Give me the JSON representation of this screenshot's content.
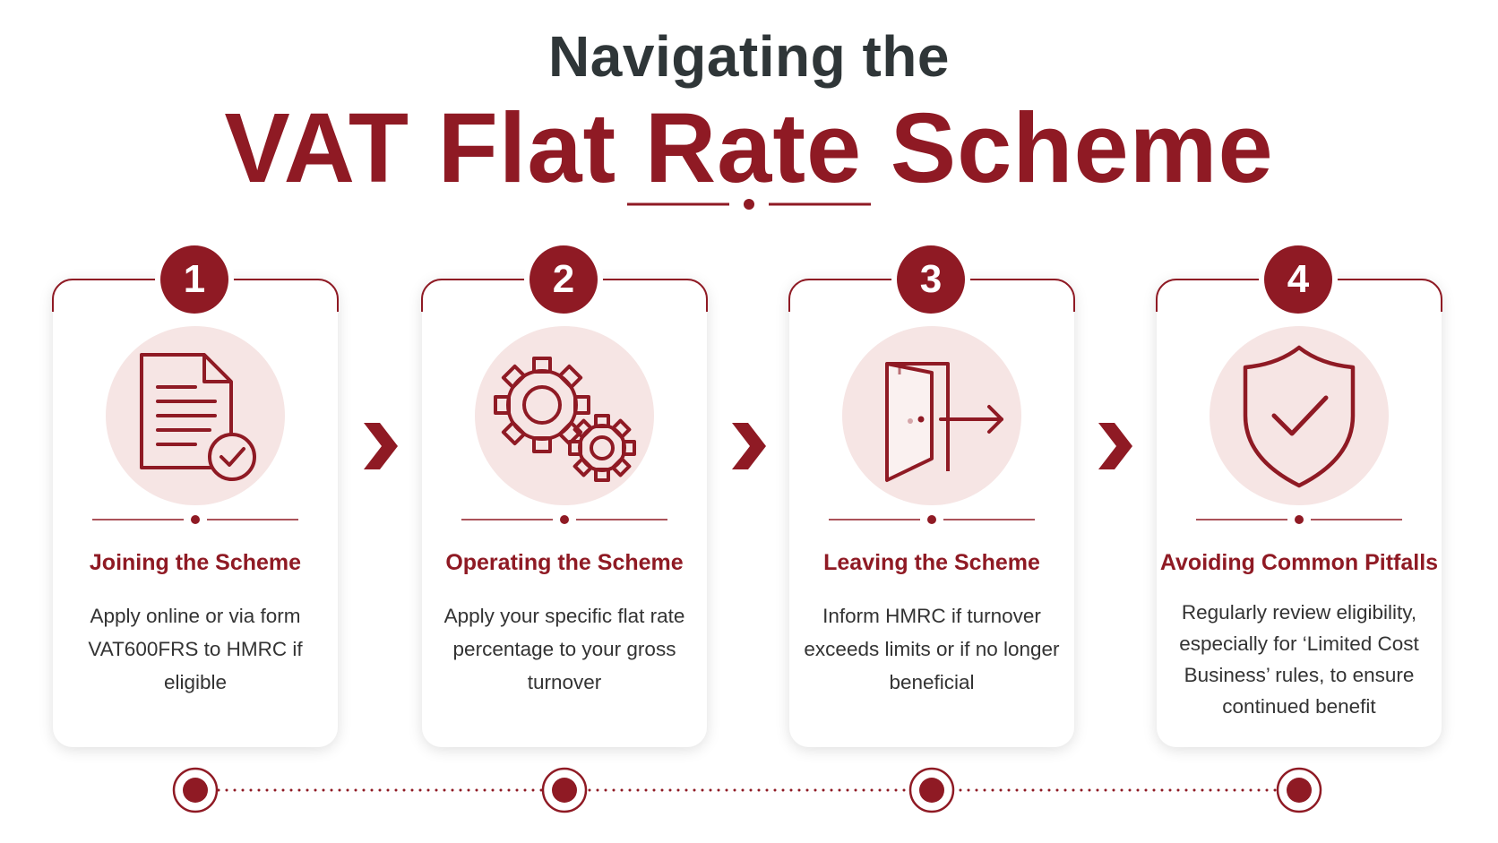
{
  "header": {
    "title_line1": "Navigating the",
    "title_line2": "VAT Flat Rate Scheme"
  },
  "colors": {
    "accent": "#8f1a24",
    "heading": "#2f3638",
    "icon_bg": "#f6e5e4",
    "text": "#333333"
  },
  "steps": [
    {
      "number": "1",
      "icon": "document-check-icon",
      "title": "Joining the Scheme",
      "description": "Apply online or via form VAT600FRS to HMRC if eligible"
    },
    {
      "number": "2",
      "icon": "gears-icon",
      "title": "Operating the Scheme",
      "description": "Apply your specific flat rate percentage to your gross turnover"
    },
    {
      "number": "3",
      "icon": "door-exit-icon",
      "title": "Leaving the Scheme",
      "description": "Inform HMRC if turnover exceeds limits or if no longer beneficial"
    },
    {
      "number": "4",
      "icon": "shield-check-icon",
      "title": "Avoiding Common Pitfalls",
      "description": "Regularly review eligibility, especially for ‘Limited Cost Business’ rules, to ensure continued benefit"
    }
  ]
}
